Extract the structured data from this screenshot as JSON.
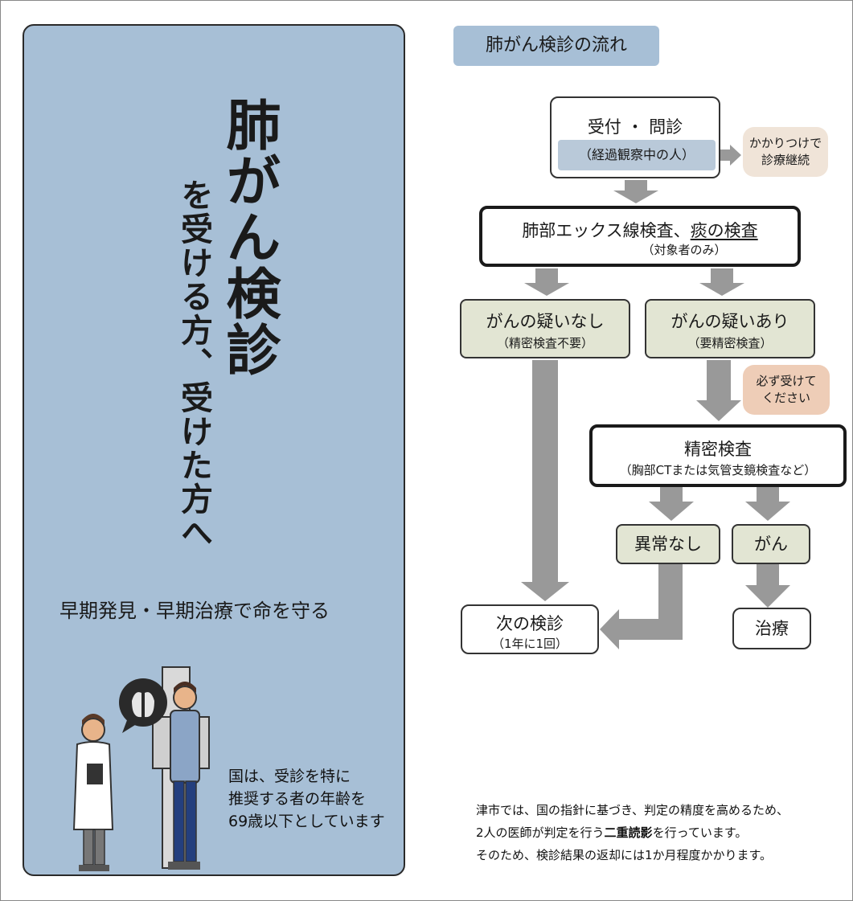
{
  "left_panel": {
    "title_big": "肺がん検診",
    "title_sub": "を受ける方、受けた方へ",
    "slogan": "早期発見・早期治療で命を守る",
    "note": "国は、受診を特に\n推奨する者の年齢を\n69歳以下としています"
  },
  "flow": {
    "title": "肺がん検診の流れ",
    "reception": {
      "label": "受付 ・ 問診",
      "sub": "（経過観察中の人）"
    },
    "side_note": "かかりつけで\n診療継続",
    "xray": {
      "label_plain": "肺部エックス線検査、",
      "label_underlined": "痰の検査",
      "sub": "（対象者のみ）"
    },
    "no_suspicion": {
      "label": "がんの疑いなし",
      "sub": "（精密検査不要）"
    },
    "suspicion": {
      "label": "がんの疑いあり",
      "sub": "（要精密検査）"
    },
    "must_note": "必ず受けて\nください",
    "detailed": {
      "label": "精密検査",
      "sub": "（胸部CTまたは気管支鏡検査など）"
    },
    "no_abnormality": "異常なし",
    "cancer": "がん",
    "next_exam": {
      "label": "次の検診",
      "sub": "（1年に1回）"
    },
    "treatment": "治療"
  },
  "bottom_note": {
    "line1": "津市では、国の指針に基づき、判定の精度を高めるため、",
    "line2_before": "2人の医師が判定を行う",
    "line2_bold": "二重読影",
    "line2_after": "を行っています。",
    "line3": "そのため、検診結果の返却には1か月程度かかります。"
  },
  "colors": {
    "panel": "#a7bfd6",
    "green_box": "#e2e5d3",
    "arrow": "#999999",
    "note_beige": "#f0e4d8",
    "note_salmon": "#eecdb7"
  }
}
